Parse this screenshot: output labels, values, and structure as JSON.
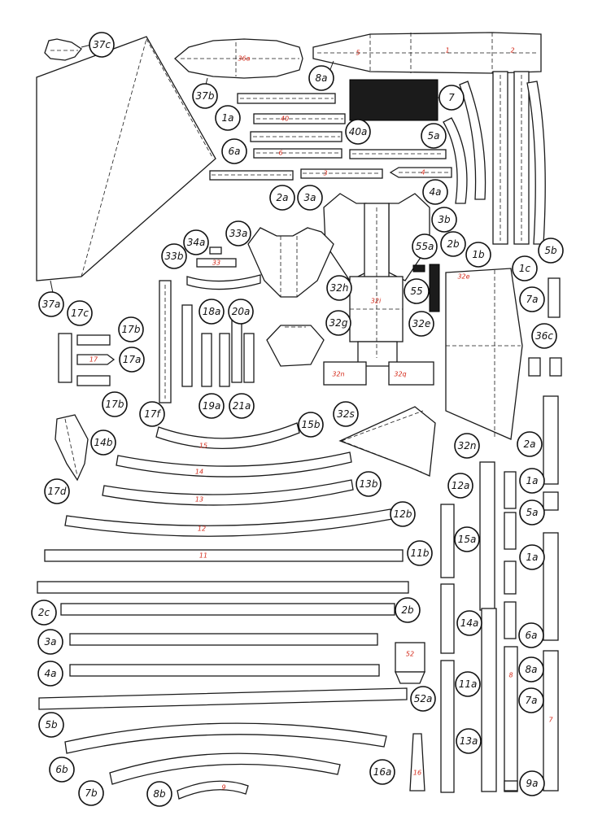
{
  "callouts": [
    {
      "id": "c-37c",
      "label": "37c"
    },
    {
      "id": "c-37b",
      "label": "37b"
    },
    {
      "id": "c-8a",
      "label": "8a"
    },
    {
      "id": "c-7",
      "label": "7"
    },
    {
      "id": "c-1a",
      "label": "1a"
    },
    {
      "id": "c-40a",
      "label": "40a"
    },
    {
      "id": "c-5a",
      "label": "5a"
    },
    {
      "id": "c-6a",
      "label": "6a"
    },
    {
      "id": "c-2a",
      "label": "2a"
    },
    {
      "id": "c-3a",
      "label": "3a"
    },
    {
      "id": "c-4a",
      "label": "4a"
    },
    {
      "id": "c-3b",
      "label": "3b"
    },
    {
      "id": "c-2b",
      "label": "2b"
    },
    {
      "id": "c-1b",
      "label": "1b"
    },
    {
      "id": "c-1c",
      "label": "1c"
    },
    {
      "id": "c-5b",
      "label": "5b"
    },
    {
      "id": "c-34a",
      "label": "34a"
    },
    {
      "id": "c-33a",
      "label": "33a"
    },
    {
      "id": "c-33b",
      "label": "33b"
    },
    {
      "id": "c-32h",
      "label": "32h"
    },
    {
      "id": "c-55a",
      "label": "55a"
    },
    {
      "id": "c-55",
      "label": "55"
    },
    {
      "id": "c-37a",
      "label": "37a"
    },
    {
      "id": "c-7a",
      "label": "7a"
    },
    {
      "id": "c-17c",
      "label": "17c"
    },
    {
      "id": "c-18a",
      "label": "18a"
    },
    {
      "id": "c-20a",
      "label": "20a"
    },
    {
      "id": "c-32g",
      "label": "32g"
    },
    {
      "id": "c-32e",
      "label": "32e"
    },
    {
      "id": "c-17b",
      "label": "17b"
    },
    {
      "id": "c-36c",
      "label": "36c"
    },
    {
      "id": "c-17a",
      "label": "17a"
    },
    {
      "id": "c-17b2",
      "label": "17b"
    },
    {
      "id": "c-17f",
      "label": "17f"
    },
    {
      "id": "c-19a",
      "label": "19a"
    },
    {
      "id": "c-21a",
      "label": "21a"
    },
    {
      "id": "c-32s",
      "label": "32s"
    },
    {
      "id": "c-15b",
      "label": "15b"
    },
    {
      "id": "c-14b",
      "label": "14b"
    },
    {
      "id": "c-2a2",
      "label": "2a"
    },
    {
      "id": "c-32n",
      "label": "32n"
    },
    {
      "id": "c-17d",
      "label": "17d"
    },
    {
      "id": "c-13b",
      "label": "13b"
    },
    {
      "id": "c-12a",
      "label": "12a"
    },
    {
      "id": "c-1a2",
      "label": "1a"
    },
    {
      "id": "c-12b",
      "label": "12b"
    },
    {
      "id": "c-5a2",
      "label": "5a"
    },
    {
      "id": "c-15a",
      "label": "15a"
    },
    {
      "id": "c-1a3",
      "label": "1a"
    },
    {
      "id": "c-11b",
      "label": "11b"
    },
    {
      "id": "c-2c",
      "label": "2c"
    },
    {
      "id": "c-2b2",
      "label": "2b"
    },
    {
      "id": "c-14a",
      "label": "14a"
    },
    {
      "id": "c-6a2",
      "label": "6a"
    },
    {
      "id": "c-3a2",
      "label": "3a"
    },
    {
      "id": "c-4a2",
      "label": "4a"
    },
    {
      "id": "c-52a",
      "label": "52a"
    },
    {
      "id": "c-11a",
      "label": "11a"
    },
    {
      "id": "c-8a2",
      "label": "8a"
    },
    {
      "id": "c-7a2",
      "label": "7a"
    },
    {
      "id": "c-5b2",
      "label": "5b"
    },
    {
      "id": "c-6b",
      "label": "6b"
    },
    {
      "id": "c-13a",
      "label": "13a"
    },
    {
      "id": "c-7b",
      "label": "7b"
    },
    {
      "id": "c-16a",
      "label": "16a"
    },
    {
      "id": "c-8b",
      "label": "8b"
    },
    {
      "id": "c-9a",
      "label": "9a"
    }
  ],
  "part_numbers": [
    {
      "id": "n-1",
      "text": "1"
    },
    {
      "id": "n-5",
      "text": "5"
    },
    {
      "id": "n-2",
      "text": "2"
    },
    {
      "id": "n-6",
      "text": "6"
    },
    {
      "id": "n-40",
      "text": "40"
    },
    {
      "id": "n-3",
      "text": "3"
    },
    {
      "id": "n-4",
      "text": "4"
    },
    {
      "id": "n-33",
      "text": "33"
    },
    {
      "id": "n-32i",
      "text": "32i"
    },
    {
      "id": "n-32n",
      "text": "32n"
    },
    {
      "id": "n-32q",
      "text": "32q"
    },
    {
      "id": "n-17",
      "text": "17"
    },
    {
      "id": "n-15",
      "text": "15"
    },
    {
      "id": "n-14",
      "text": "14"
    },
    {
      "id": "n-13",
      "text": "13"
    },
    {
      "id": "n-12",
      "text": "12"
    },
    {
      "id": "n-11",
      "text": "11"
    },
    {
      "id": "n-52",
      "text": "52"
    },
    {
      "id": "n-7",
      "text": "7"
    },
    {
      "id": "n-8",
      "text": "8"
    },
    {
      "id": "n-9",
      "text": "9"
    },
    {
      "id": "n-16",
      "text": "16"
    },
    {
      "id": "n-36a",
      "text": "36a"
    },
    {
      "id": "n-32e",
      "text": "32e"
    }
  ],
  "colors": {
    "ink": "#1a1a1a",
    "part_number": "#d42a1a",
    "block": "#1b1b1b",
    "paper": "#ffffff"
  }
}
